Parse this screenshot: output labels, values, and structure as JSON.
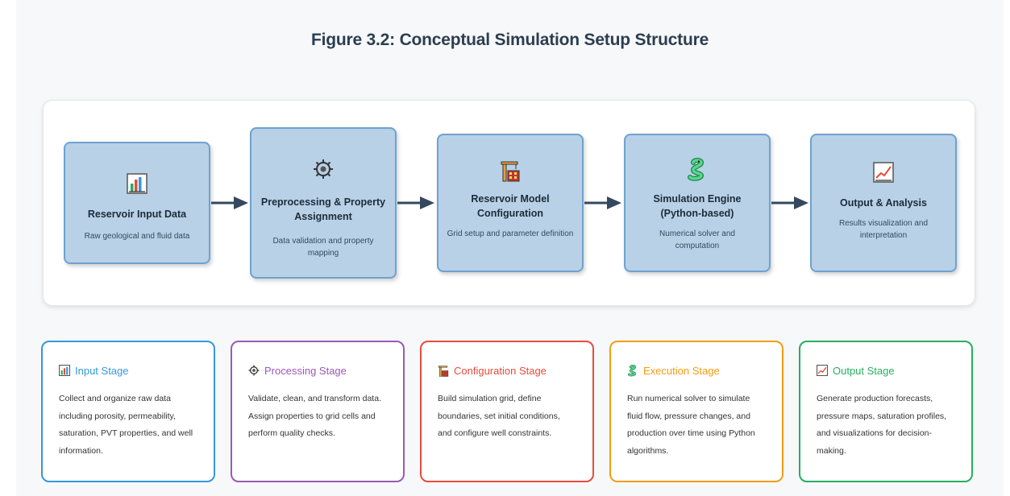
{
  "title": "Figure 3.2: Conceptual Simulation Setup Structure",
  "flow": [
    {
      "icon": "bar-chart-icon",
      "title": "Reservoir Input Data",
      "desc": "Raw geological and fluid data"
    },
    {
      "icon": "gear-icon",
      "title": "Preprocessing & Property Assignment",
      "desc": "Data validation and property mapping"
    },
    {
      "icon": "construction-crane-icon",
      "title": "Reservoir Model Configuration",
      "desc": "Grid setup and parameter definition"
    },
    {
      "icon": "snake-icon",
      "title": "Simulation Engine (Python-based)",
      "desc": "Numerical solver and computation"
    },
    {
      "icon": "trend-chart-icon",
      "title": "Output & Analysis",
      "desc": "Results visualization and interpretation"
    }
  ],
  "stages": [
    {
      "icon": "bar-chart-icon",
      "title": "Input Stage",
      "color": "#3498db",
      "text": "Collect and organize raw data including porosity, permeability, saturation, PVT properties, and well information."
    },
    {
      "icon": "gear-icon",
      "title": "Processing Stage",
      "color": "#9b59b6",
      "text": "Validate, clean, and transform data. Assign properties to grid cells and perform quality checks."
    },
    {
      "icon": "construction-crane-icon",
      "title": "Configuration Stage",
      "color": "#e74c3c",
      "text": "Build simulation grid, define boundaries, set initial conditions, and configure well constraints."
    },
    {
      "icon": "snake-icon",
      "title": "Execution Stage",
      "color": "#f39c12",
      "text": "Run numerical solver to simulate fluid flow, pressure changes, and production over time using Python algorithms."
    },
    {
      "icon": "trend-chart-icon",
      "title": "Output Stage",
      "color": "#27ae60",
      "text": "Generate production forecasts, pressure maps, saturation profiles, and visualizations for decision-making."
    }
  ]
}
